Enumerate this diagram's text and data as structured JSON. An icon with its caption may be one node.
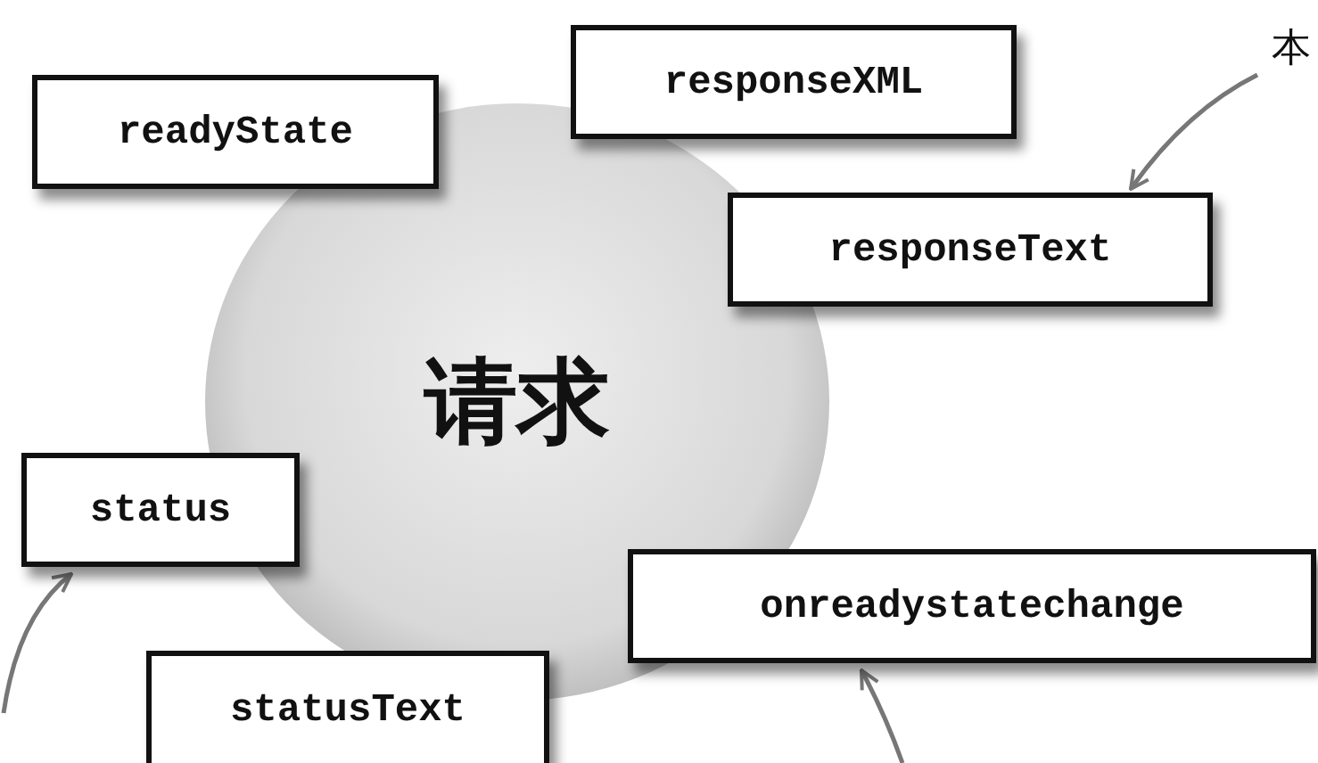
{
  "diagram": {
    "nodes": [
      {
        "text": [
          "请求"
        ]
      },
      {
        "text": [
          "readyState"
        ]
      },
      {
        "text": [
          "responseXML"
        ]
      },
      {
        "text": [
          "responseText"
        ]
      },
      {
        "text": [
          "status"
        ]
      },
      {
        "text": [
          "onreadystatechange"
        ]
      },
      {
        "text": [
          "statusText"
        ]
      },
      {
        "text": [
          "本"
        ]
      }
    ],
    "edges": [
      {
        "from": 7,
        "to": 3,
        "arrow": "to",
        "color": "#777777"
      },
      {
        "from": null,
        "to": 4,
        "arrow": "to",
        "color": "#777777"
      },
      {
        "from": null,
        "to": 5,
        "arrow": "to",
        "color": "#777777"
      }
    ]
  }
}
